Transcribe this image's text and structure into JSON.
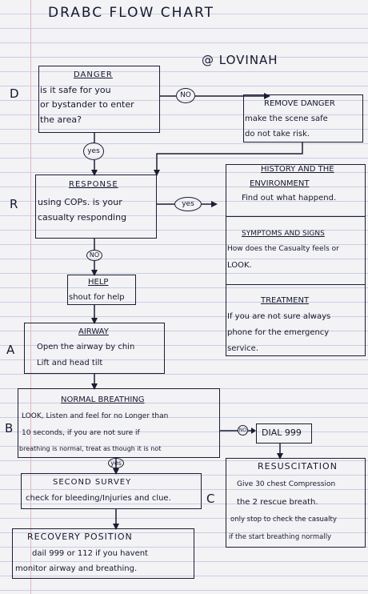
{
  "title": "DRABC FLOW CHART",
  "author": "@ LOVINAH",
  "letters": {
    "d": "D",
    "r": "R",
    "a": "A",
    "b": "B",
    "c": "C"
  },
  "danger": {
    "heading": "DANGER",
    "lines": [
      "is it safe for you",
      "or bystander to enter",
      "the area?"
    ]
  },
  "remove_danger": {
    "heading": "REMOVE DANGER",
    "lines": [
      "make the scene safe",
      "do not take risk."
    ]
  },
  "response": {
    "heading": "RESPONSE",
    "lines": [
      "using COPs. is your",
      "casualty responding"
    ]
  },
  "history": {
    "heading": "HISTORY AND THE",
    "heading2": "ENVIRONMENT",
    "line": "Find out what happend."
  },
  "symptoms": {
    "heading": "SYMPTOMS AND SIGNS",
    "lines": [
      "How does the Casualty feels or",
      "LOOK."
    ]
  },
  "treatment": {
    "heading": "TREATMENT",
    "lines": [
      "If you are not sure always",
      "phone for the emergency",
      "service."
    ]
  },
  "help": {
    "heading": "HELP",
    "line": "shout for help"
  },
  "airway": {
    "heading": "AIRWAY",
    "lines": [
      "Open the airway by chin",
      "Lift and head tilt"
    ]
  },
  "breathing": {
    "heading": "NORMAL BREATHING",
    "lines": [
      "LOOK, Listen and feel for no Longer than",
      "10 seconds, if you are not sure if",
      "breathing is normal, treat as though it is not"
    ]
  },
  "dial": {
    "text": "DIAL 999"
  },
  "resuscitation": {
    "heading": "RESUSCITATION",
    "lines": [
      "Give 30 chest Compression",
      "the 2 rescue breath.",
      "only stop to check the casualty",
      "if the start breathing normally"
    ]
  },
  "second_survey": {
    "heading": "SECOND SURVEY",
    "line": "check for bleeding/Injuries and clue."
  },
  "recovery": {
    "heading": "RECOVERY POSITION",
    "lines": [
      "dail 999 or 112 if you havent",
      "monitor airway and breathing."
    ]
  },
  "labels": {
    "no1": "NO",
    "yes1": "yes",
    "yes2": "yes",
    "no2": "NO",
    "no3": "NO",
    "yes3": "yes"
  }
}
